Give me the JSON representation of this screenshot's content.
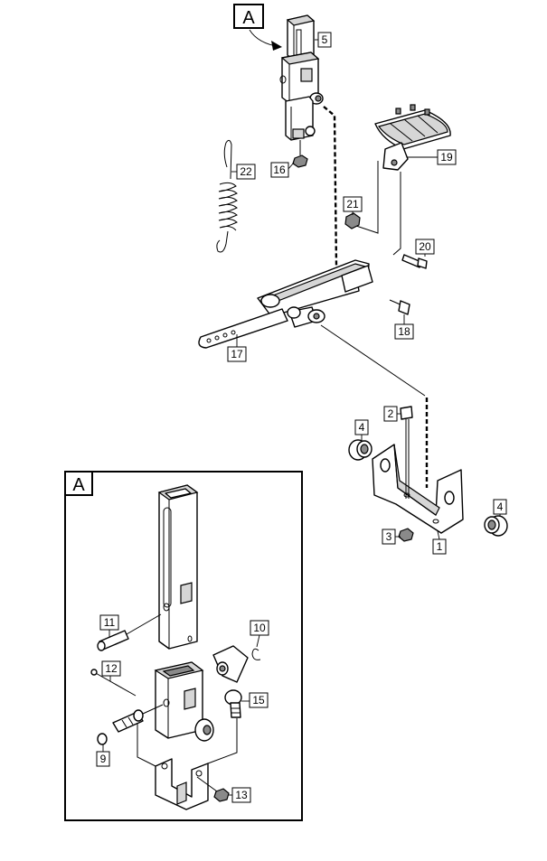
{
  "labels": {
    "p1": "1",
    "p2": "2",
    "p3": "3",
    "p4a": "4",
    "p4b": "4",
    "p5": "5",
    "p9": "9",
    "p10": "10",
    "p11": "11",
    "p12": "12",
    "p13": "13",
    "p15": "15",
    "p16": "16",
    "p17": "17",
    "p18": "18",
    "p19": "19",
    "p20": "20",
    "p21": "21",
    "p22": "22"
  },
  "detail": {
    "reference": "A",
    "inset_title": "A"
  }
}
